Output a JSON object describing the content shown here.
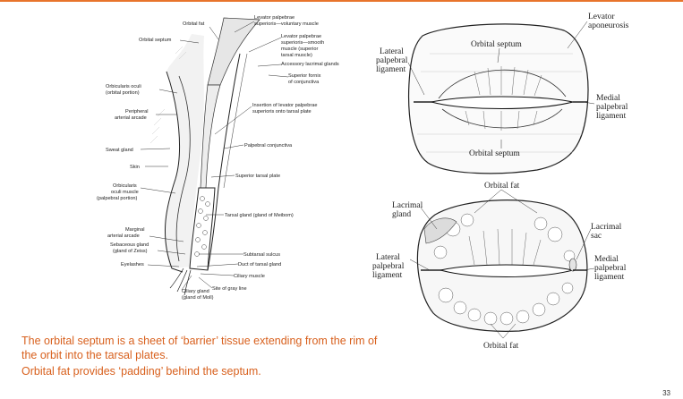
{
  "slide": {
    "page_number": "33",
    "caption_1": "The orbital septum is a sheet of ‘barrier’ tissue extending from the rim of the orbit into the tarsal plates.",
    "caption_2": "Orbital fat provides ‘padding’ behind the septum.",
    "accent_color": "#e8742c",
    "caption_color": "#d8601d"
  },
  "sagittal": {
    "labels": {
      "orbital_fat": "Orbital fat",
      "levator_1": "Levator palpebrae",
      "levator_2": "superioris—voluntary muscle",
      "orbital_septum": "Orbital septum",
      "lps_smooth_1": "Levator palpebrae",
      "lps_smooth_2": "superioris—smooth",
      "lps_smooth_3": "muscle (superior",
      "lps_smooth_4": "tarsal muscle)",
      "accessory": "Accessory lacrimal glands",
      "fornix_1": "Superior fornix",
      "fornix_2": "of conjunctiva",
      "oo_orbital_1": "Orbicularis oculi",
      "oo_orbital_2": "(orbital portion)",
      "peripheral_1": "Peripheral",
      "peripheral_2": "arterial arcade",
      "insertion_1": "Insertion of levator palpebrae",
      "insertion_2": "superioris onto tarsal plate",
      "palpebral_conj": "Palpebral conjunctiva",
      "sweat": "Sweat gland",
      "skin": "Skin",
      "superior_tarsal": "Superior tarsal plate",
      "oo_palp_1": "Orbicularis",
      "oo_palp_2": "oculi muscle",
      "oo_palp_3": "(palpebral portion)",
      "tarsal_gland": "Tarsal gland (gland of Meibom)",
      "marginal_1": "Marginal",
      "marginal_2": "arterial arcade",
      "sebaceous_1": "Sebaceous gland",
      "sebaceous_2": "(gland of Zeiss)",
      "eyelashes": "Eyelashes",
      "subtarsal": "Subtarsal sulcus",
      "duct": "Duct of tarsal gland",
      "ciliary_muscle": "Ciliary muscle",
      "gray_line": "Site of gray line",
      "ciliary_gland_1": "Ciliary gland",
      "ciliary_gland_2": "(gland of Moll)"
    }
  },
  "front_upper": {
    "labels": {
      "levator_1": "Levator",
      "levator_2": "aponeurosis",
      "orbital_septum_top": "Orbital septum",
      "lateral_1": "Lateral",
      "lateral_2": "palpebral",
      "lateral_3": "ligament",
      "medial_1": "Medial",
      "medial_2": "palpebral",
      "medial_3": "ligament",
      "orbital_septum_bottom": "Orbital septum"
    }
  },
  "front_lower": {
    "labels": {
      "orbital_fat_top": "Orbital fat",
      "lacrimal_gland_1": "Lacrimal",
      "lacrimal_gland_2": "gland",
      "lacrimal_sac_1": "Lacrimal",
      "lacrimal_sac_2": "sac",
      "lateral_1": "Lateral",
      "lateral_2": "palpebral",
      "lateral_3": "ligament",
      "medial_1": "Medial",
      "medial_2": "palpebral",
      "medial_3": "ligament",
      "orbital_fat_bottom": "Orbital fat"
    }
  }
}
